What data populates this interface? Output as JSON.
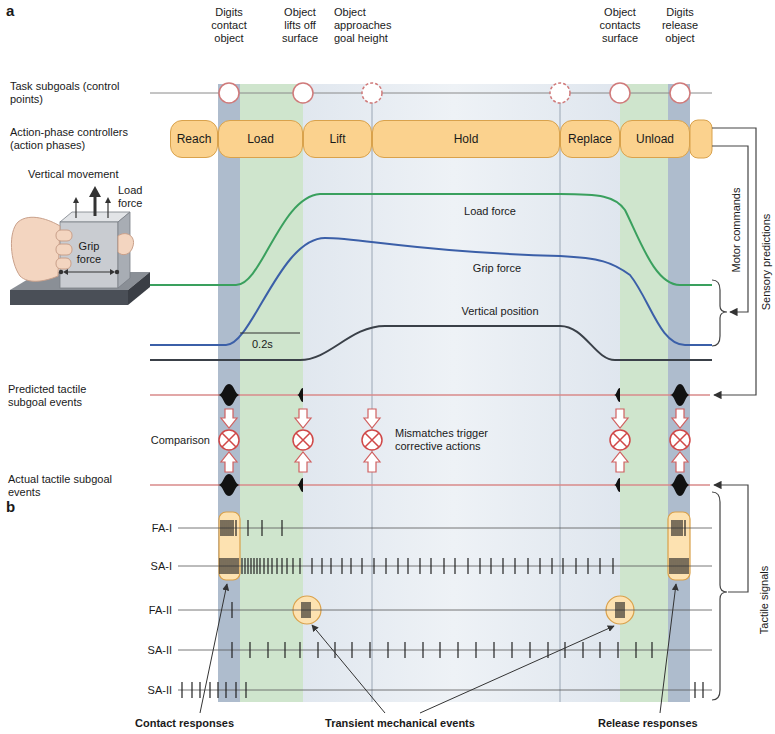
{
  "diagram": {
    "nodes": [
      {
        "text": [
          "Reach"
        ]
      },
      {
        "text": [
          "Load"
        ]
      },
      {
        "text": [
          "Lift"
        ]
      },
      {
        "text": [
          "Hold"
        ]
      },
      {
        "text": [
          "Replace"
        ]
      },
      {
        "text": [
          "Unload"
        ]
      }
    ],
    "labels": [
      "a",
      "Digits contact object",
      "Object lifts off surface",
      "Object approaches goal height",
      "Object contacts surface",
      "Digits release object",
      "Task subgoals (control points)",
      "Action-phase controllers (action phases)",
      "Vertical movement",
      "Load force",
      "Grip force",
      "Load force",
      "Grip force",
      "0.2s",
      "Vertical position",
      "Motor commands",
      "Sensory predictions",
      "Predicted tactile subgoal events",
      "Comparison",
      "Mismatches trigger corrective actions",
      "Actual tactile subgoal events",
      "Tactile signals",
      "b",
      "FA-I",
      "SA-I",
      "FA-II",
      "SA-II",
      "SA-II",
      "Contact responses",
      "Transient mechanical events",
      "Release responses"
    ]
  }
}
